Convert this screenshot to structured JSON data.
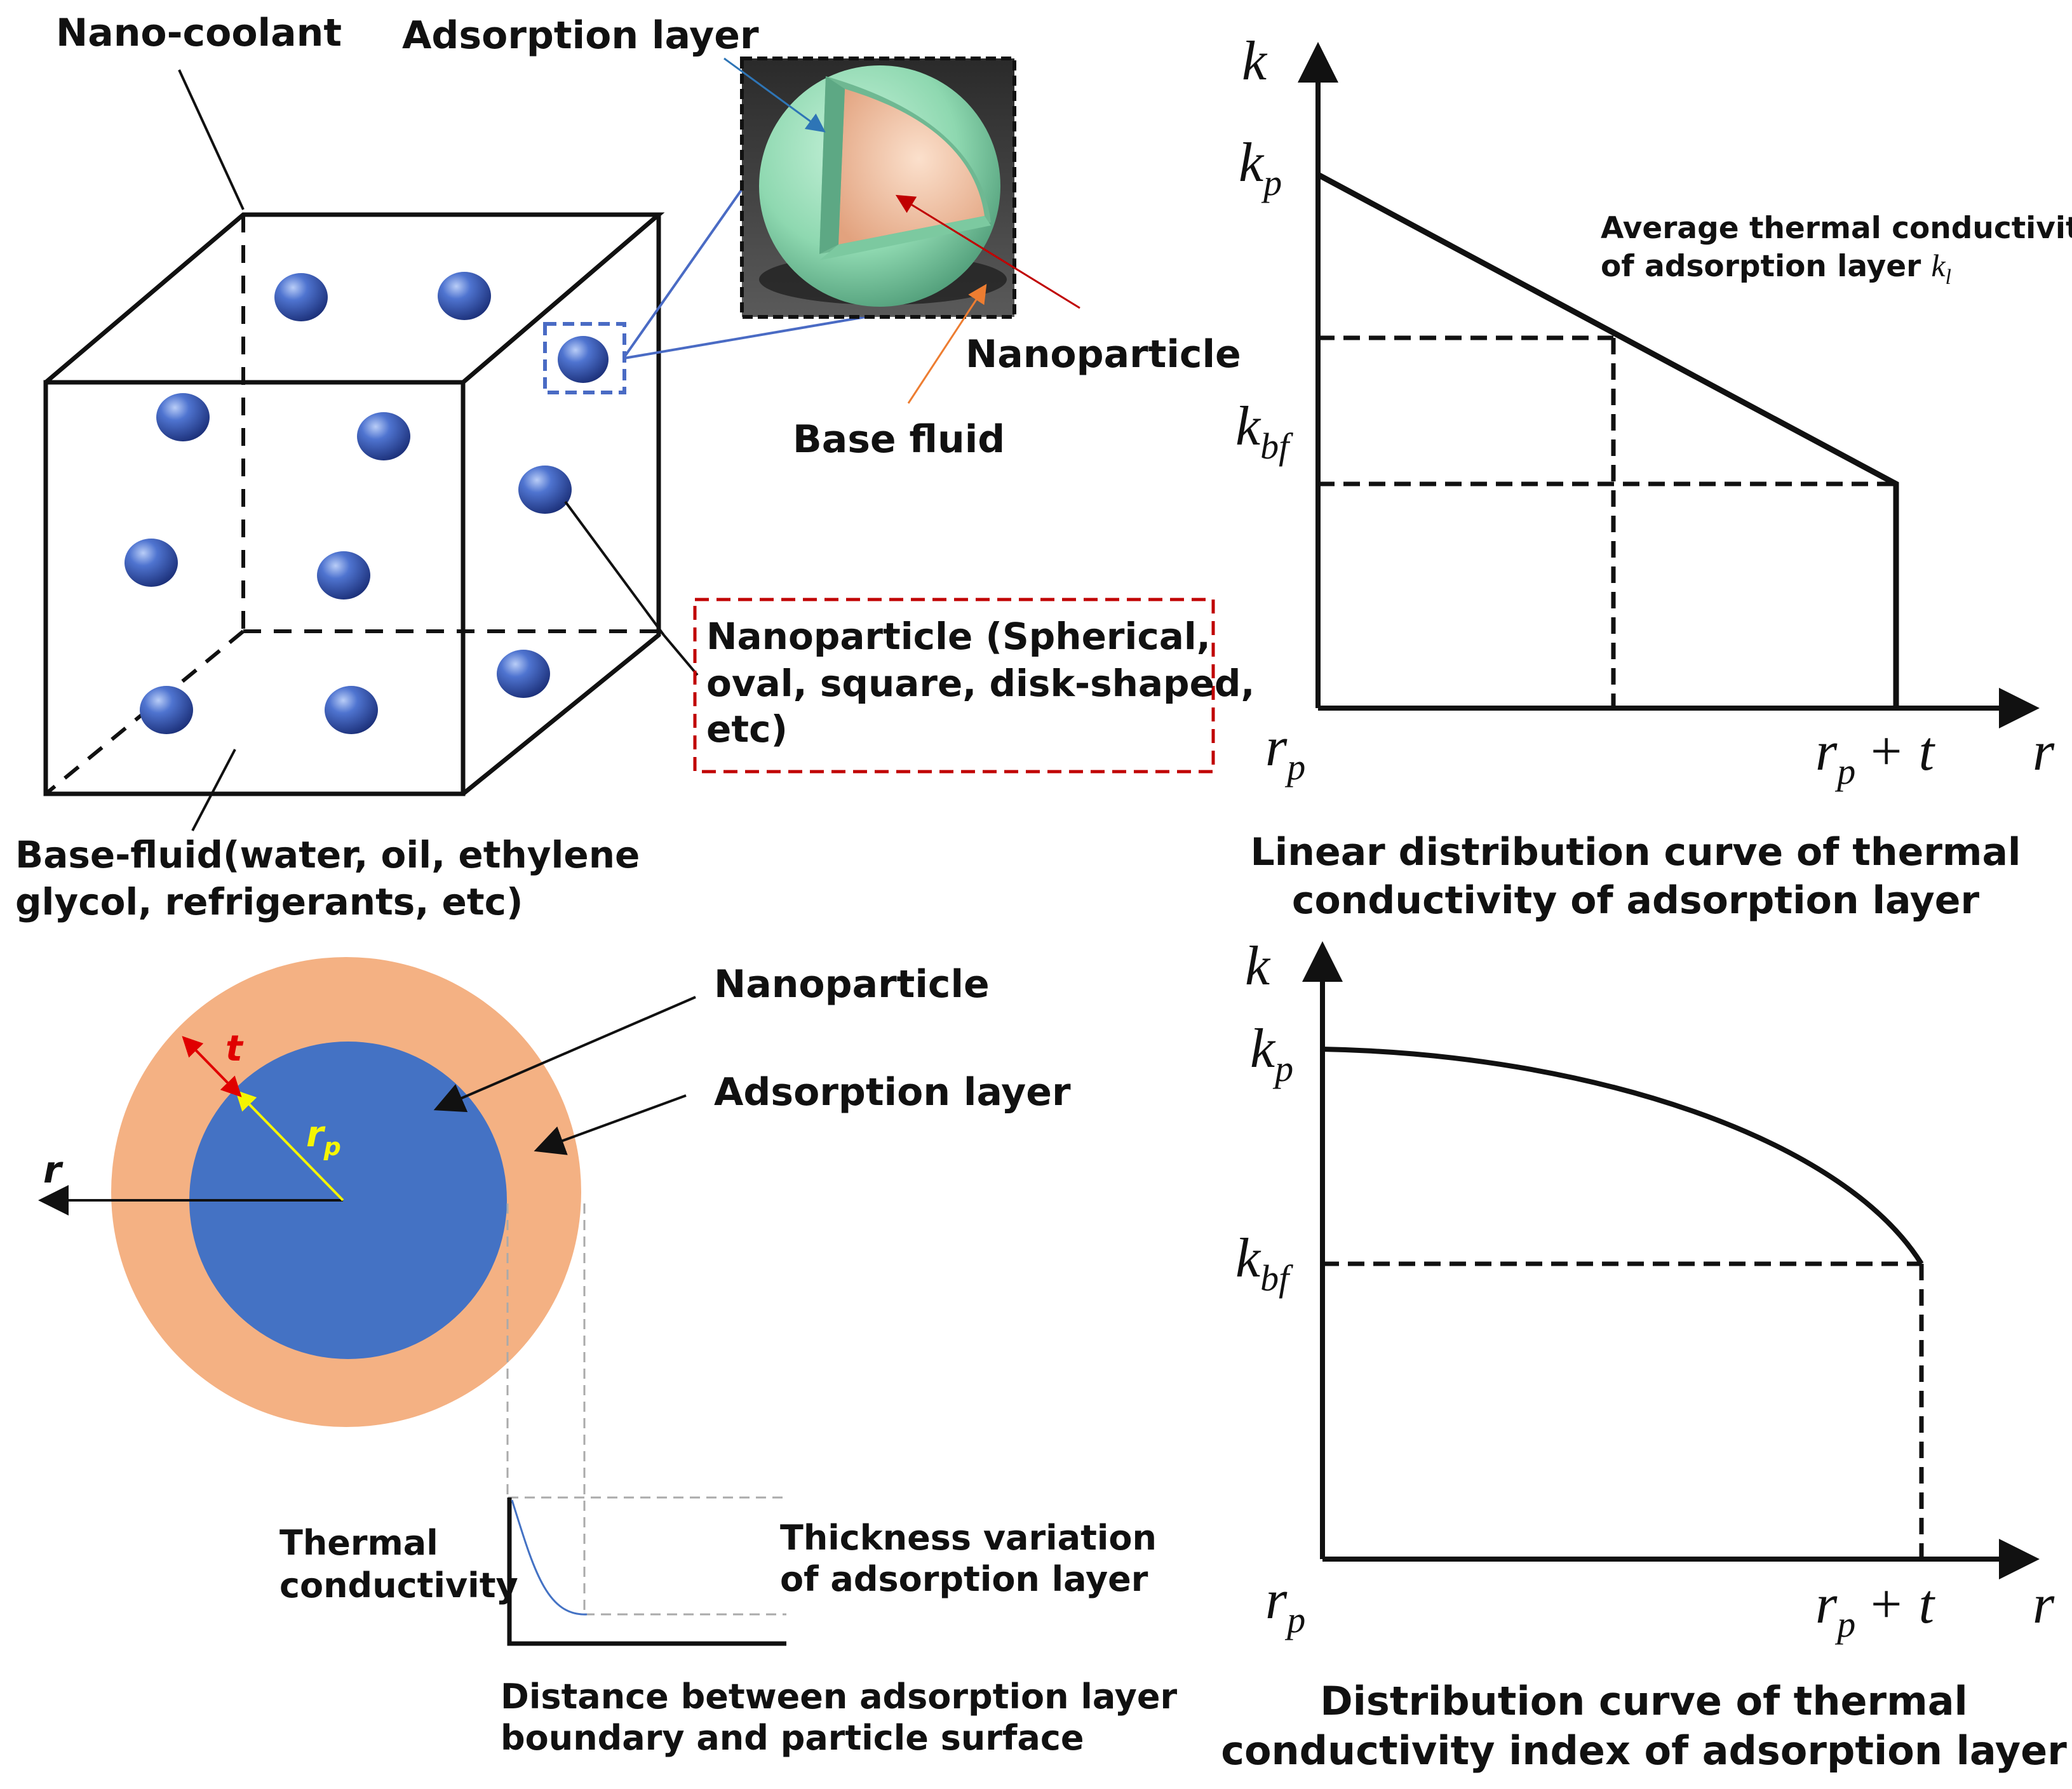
{
  "panel_top_left": {
    "label_nano_coolant": "Nano-coolant",
    "label_adsorption_layer": "Adsorption layer",
    "label_nanoparticle": "Nanoparticle",
    "label_base_fluid": "Base fluid",
    "callout_shapes_line1": "Nanoparticle  (Spherical,",
    "callout_shapes_line2": "oval, square, disk-shaped,",
    "callout_shapes_line3": "etc)",
    "base_fluid_line1": "Base-fluid(water, oil, ethylene",
    "base_fluid_line2": "glycol, refrigerants, etc)"
  },
  "panel_bottom_left": {
    "label_nanoparticle": "Nanoparticle",
    "label_adsorption_layer": "Adsorption layer",
    "symbol_r": "r",
    "symbol_t": "t",
    "symbol_rp_main": "r",
    "symbol_rp_sub": "p",
    "inset_ylabel_line1": "Thermal",
    "inset_ylabel_line2": "conductivity",
    "inset_title_line1": "Thickness variation",
    "inset_title_line2": "of adsorption layer",
    "inset_xlabel_line1": "Distance between adsorption layer",
    "inset_xlabel_line2": "boundary and particle surface"
  },
  "panel_top_right": {
    "y_axis": "k",
    "x_axis": "r",
    "kp_main": "k",
    "kp_sub": "p",
    "kbf_main": "k",
    "kbf_sub": "bf",
    "rp_main": "r",
    "rp_sub": "p",
    "rpt_main": "r",
    "rpt_sub": "p",
    "rpt_tail": "+ t",
    "annotation_line1": "Average thermal conductivity",
    "annotation_line2": "of adsorption layer",
    "annotation_kl_main": "k",
    "annotation_kl_sub": "l",
    "caption_line1": "Linear distribution curve of thermal",
    "caption_line2": "conductivity of adsorption layer"
  },
  "panel_bottom_right": {
    "y_axis": "k",
    "x_axis": "r",
    "kp_main": "k",
    "kp_sub": "p",
    "kbf_main": "k",
    "kbf_sub": "bf",
    "rp_main": "r",
    "rp_sub": "p",
    "rpt_main": "r",
    "rpt_sub": "p",
    "rpt_tail": "+ t",
    "caption_line1": "Distribution curve of thermal",
    "caption_line2": "conductivity index of adsorption layer"
  },
  "colors": {
    "particle_blue": "#4472c4",
    "shell_orange": "#f4b183",
    "shell_green": "#8ed8b0",
    "core_peach": "#f3c2a2",
    "callout_red": "#c00000",
    "highlight_blue": "#4a6bc4",
    "radius_yellow": "#f5f500"
  },
  "icons": {
    "cube": "cube-diagram-icon",
    "nanoparticle": "sphere-icon",
    "cutaway": "sphere-cutaway-icon"
  }
}
